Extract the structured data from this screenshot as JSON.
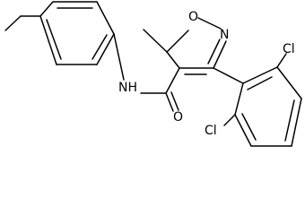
{
  "structure": {
    "atoms": {
      "o_ring": "O",
      "n_ring": "N",
      "nh": "NH",
      "o_carbonyl": "O",
      "cl_top": "Cl",
      "cl_bottom": "Cl"
    }
  }
}
